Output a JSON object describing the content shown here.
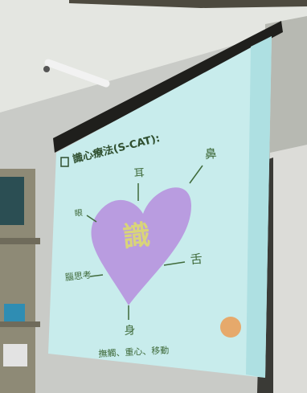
{
  "slide": {
    "title": "識心療法(S-CAT):",
    "center": "識",
    "ear": "耳",
    "nose": "鼻",
    "eye": "眼",
    "tongue": "舌",
    "mind": "腦思考",
    "body": "身",
    "caption": "撫觸、重心、移動"
  },
  "colors": {
    "screen": "#c8ecec",
    "heart": "#b99ce0",
    "center_char": "#d9d47a",
    "dot": "#e6a96b",
    "text": "#3f6a3a"
  }
}
